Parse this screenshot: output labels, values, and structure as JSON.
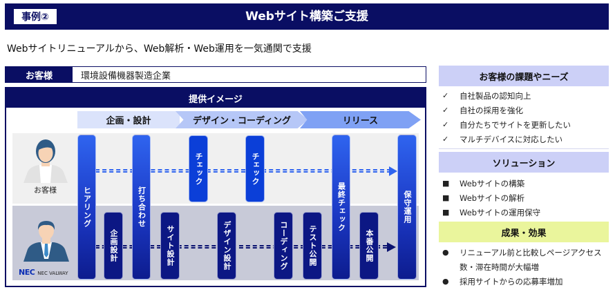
{
  "header": {
    "case_tag": "事例②",
    "title": "Webサイト構築ご支援"
  },
  "subtitle": "Webサイトリニューアルから、Web解析・Web運用を一気通関で支援",
  "customer": {
    "label": "お客様",
    "value": "環境設備機器製造企業"
  },
  "image_panel": {
    "title": "提供イメージ",
    "phases": [
      "企画・設計",
      "デザイン・コーディング",
      "リリース"
    ],
    "lanes": {
      "client": {
        "label": "お客様"
      },
      "nec": {
        "logo": "NEC",
        "company": "NEC VALWAY"
      }
    },
    "steps": {
      "hearing": "ヒアリング",
      "meeting": "打ち合わせ",
      "check_1": "チェック",
      "check_2": "チェック",
      "final_check": "最終チェック",
      "maintenance": "保守運用",
      "planning": "企画設計",
      "site_design": "サイト設計",
      "design": "デザイン設計",
      "coding": "コーディング",
      "test_release": "テスト公開",
      "production_release": "本番公開"
    }
  },
  "needs": {
    "title": "お客様の課題やニーズ",
    "marker": "✓",
    "items": [
      "自社製品の認知向上",
      "自社の採用を強化",
      "自分たちでサイトを更新したい",
      "マルチデバイスに対応したい"
    ]
  },
  "solution": {
    "title": "ソリューション",
    "marker": "■",
    "items": [
      "Webサイトの構築",
      "Webサイトの解析",
      "Webサイトの運用保守"
    ]
  },
  "results": {
    "title": "成果・効果",
    "marker": "●",
    "items": [
      "リニューアル前と比較しページアクセス",
      "数・滞在時間が大幅増",
      "採用サイトからの応募率増加"
    ]
  },
  "colors": {
    "navy": "#0a0e63",
    "blue_step": "#0b3fd8",
    "navy_step": "#0c1784",
    "needs_header": "#ccd0f7",
    "results_header": "#eaf59c"
  }
}
